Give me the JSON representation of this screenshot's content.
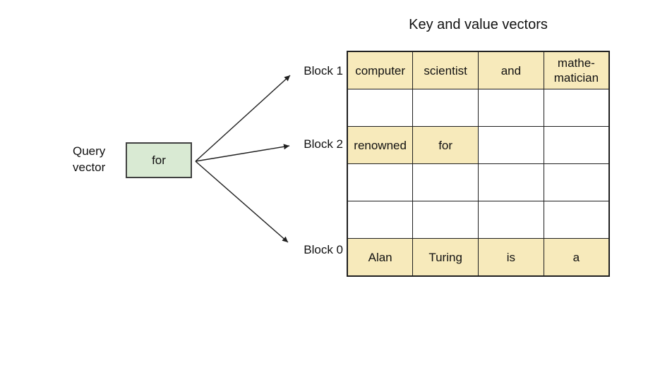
{
  "title": "Key and value vectors",
  "query_vector": {
    "label": "Query\nvector",
    "token": "for"
  },
  "blocks": [
    {
      "label": "Block 1"
    },
    {
      "label": "Block 2"
    },
    {
      "label": "Block 0"
    }
  ],
  "table": {
    "rows": [
      {
        "cells": [
          {
            "text": "computer",
            "highlighted": true
          },
          {
            "text": "scientist",
            "highlighted": true
          },
          {
            "text": "and",
            "highlighted": true
          },
          {
            "text": "mathe-matician",
            "highlighted": true
          }
        ]
      },
      {
        "cells": [
          {
            "text": "",
            "highlighted": false
          },
          {
            "text": "",
            "highlighted": false
          },
          {
            "text": "",
            "highlighted": false
          },
          {
            "text": "",
            "highlighted": false
          }
        ]
      },
      {
        "cells": [
          {
            "text": "renowned",
            "highlighted": true
          },
          {
            "text": "for",
            "highlighted": true
          },
          {
            "text": "",
            "highlighted": false
          },
          {
            "text": "",
            "highlighted": false
          }
        ]
      },
      {
        "cells": [
          {
            "text": "",
            "highlighted": false
          },
          {
            "text": "",
            "highlighted": false
          },
          {
            "text": "",
            "highlighted": false
          },
          {
            "text": "",
            "highlighted": false
          }
        ]
      },
      {
        "cells": [
          {
            "text": "",
            "highlighted": false
          },
          {
            "text": "",
            "highlighted": false
          },
          {
            "text": "",
            "highlighted": false
          },
          {
            "text": "",
            "highlighted": false
          }
        ]
      },
      {
        "cells": [
          {
            "text": "Alan",
            "highlighted": true
          },
          {
            "text": "Turing",
            "highlighted": true
          },
          {
            "text": "is",
            "highlighted": true
          },
          {
            "text": "a",
            "highlighted": true
          }
        ]
      }
    ]
  },
  "colors": {
    "highlight_fill": "#f7eabb",
    "query_box_fill": "#d9ead3",
    "line_color": "#1f1f1f"
  }
}
